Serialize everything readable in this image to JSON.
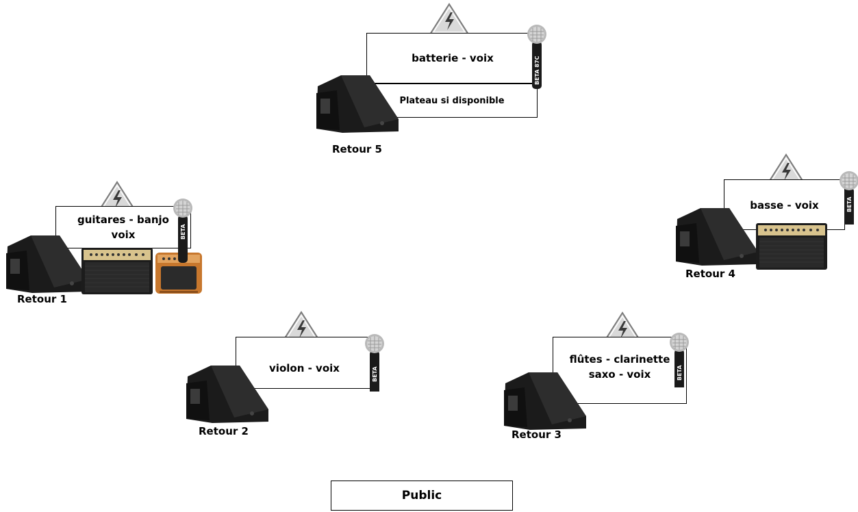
{
  "stations": {
    "retour5": {
      "label": "Retour 5",
      "box": "batterie - voix",
      "subbox": "Plateau si disponible",
      "mic": "BETA 87C"
    },
    "retour1": {
      "label": "Retour 1",
      "box_line1": "guitares - banjo",
      "box_line2": "voix",
      "mic": "BETA"
    },
    "retour4": {
      "label": "Retour 4",
      "box": "basse - voix",
      "mic": "BETA"
    },
    "retour2": {
      "label": "Retour 2",
      "box": "violon - voix",
      "mic": "BETA"
    },
    "retour3": {
      "label": "Retour 3",
      "box_line1": "flûtes - clarinette",
      "box_line2": "saxo - voix",
      "mic": "BETA"
    }
  },
  "public": "Public",
  "colors": {
    "warning_fill": "#d9d9d9",
    "monitor": "#1b1b1b",
    "amp_gold": "#cdb27a",
    "acoustic_amp": "#c7772d"
  }
}
